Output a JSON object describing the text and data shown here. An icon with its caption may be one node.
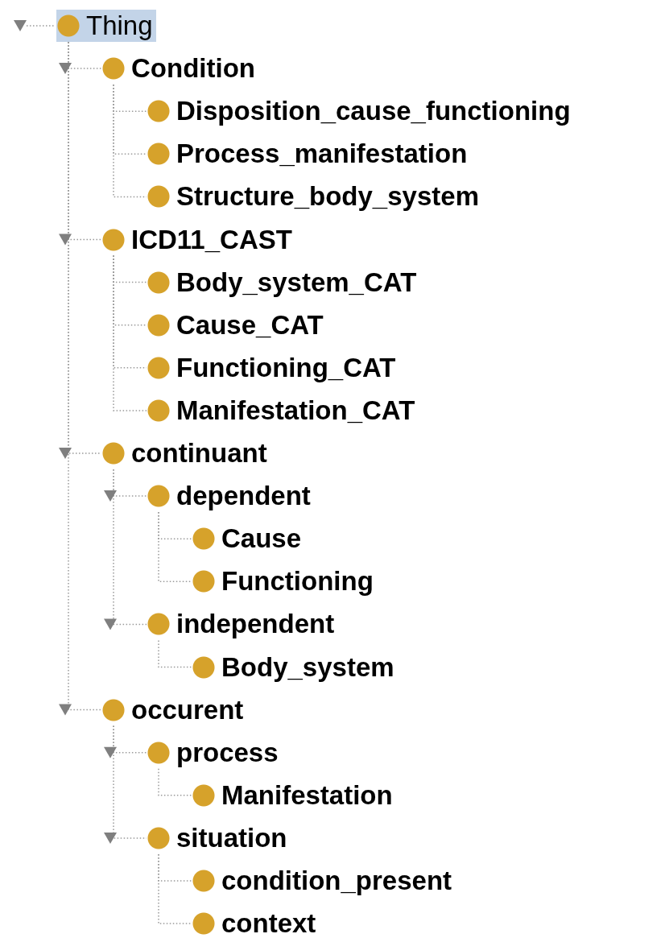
{
  "diagram": {
    "nodes": [
      {
        "text": [
          "Thing"
        ]
      },
      {
        "text": [
          "Condition"
        ]
      },
      {
        "text": [
          "Disposition_cause_functioning"
        ]
      },
      {
        "text": [
          "Process_manifestation"
        ]
      },
      {
        "text": [
          "Structure_body_system"
        ]
      },
      {
        "text": [
          "ICD11_CAST"
        ]
      },
      {
        "text": [
          "Body_system_CAT"
        ]
      },
      {
        "text": [
          "Cause_CAT"
        ]
      },
      {
        "text": [
          "Functioning_CAT"
        ]
      },
      {
        "text": [
          "Manifestation_CAT"
        ]
      },
      {
        "text": [
          "continuant"
        ]
      },
      {
        "text": [
          "dependent"
        ]
      },
      {
        "text": [
          "Cause"
        ]
      },
      {
        "text": [
          "Functioning"
        ]
      },
      {
        "text": [
          "independent"
        ]
      },
      {
        "text": [
          "Body_system"
        ]
      },
      {
        "text": [
          "occurent"
        ]
      },
      {
        "text": [
          "process"
        ]
      },
      {
        "text": [
          "Manifestation"
        ]
      },
      {
        "text": [
          "situation"
        ]
      },
      {
        "text": [
          "condition_present"
        ]
      },
      {
        "text": [
          "context"
        ]
      }
    ],
    "edges": [
      {
        "from": 0,
        "to": 1,
        "arrow": "none",
        "style": "dashed"
      },
      {
        "from": 1,
        "to": 2,
        "arrow": "none",
        "style": "dashed"
      },
      {
        "from": 1,
        "to": 3,
        "arrow": "none",
        "style": "dashed"
      },
      {
        "from": 1,
        "to": 4,
        "arrow": "none",
        "style": "dashed"
      },
      {
        "from": 0,
        "to": 5,
        "arrow": "none",
        "style": "dashed"
      },
      {
        "from": 5,
        "to": 6,
        "arrow": "none",
        "style": "dashed"
      },
      {
        "from": 5,
        "to": 7,
        "arrow": "none",
        "style": "dashed"
      },
      {
        "from": 5,
        "to": 8,
        "arrow": "none",
        "style": "dashed"
      },
      {
        "from": 5,
        "to": 9,
        "arrow": "none",
        "style": "dashed"
      },
      {
        "from": 0,
        "to": 10,
        "arrow": "none",
        "style": "dashed"
      },
      {
        "from": 10,
        "to": 11,
        "arrow": "none",
        "style": "dashed"
      },
      {
        "from": 11,
        "to": 12,
        "arrow": "none",
        "style": "dashed"
      },
      {
        "from": 11,
        "to": 13,
        "arrow": "none",
        "style": "dashed"
      },
      {
        "from": 10,
        "to": 14,
        "arrow": "none",
        "style": "dashed"
      },
      {
        "from": 14,
        "to": 15,
        "arrow": "none",
        "style": "dashed"
      },
      {
        "from": 0,
        "to": 16,
        "arrow": "none",
        "style": "dashed"
      },
      {
        "from": 16,
        "to": 17,
        "arrow": "none",
        "style": "dashed"
      },
      {
        "from": 17,
        "to": 18,
        "arrow": "none",
        "style": "dashed"
      },
      {
        "from": 16,
        "to": 19,
        "arrow": "none",
        "style": "dashed"
      },
      {
        "from": 19,
        "to": 20,
        "arrow": "none",
        "style": "dashed"
      },
      {
        "from": 19,
        "to": 21,
        "arrow": "none",
        "style": "dashed"
      }
    ]
  }
}
